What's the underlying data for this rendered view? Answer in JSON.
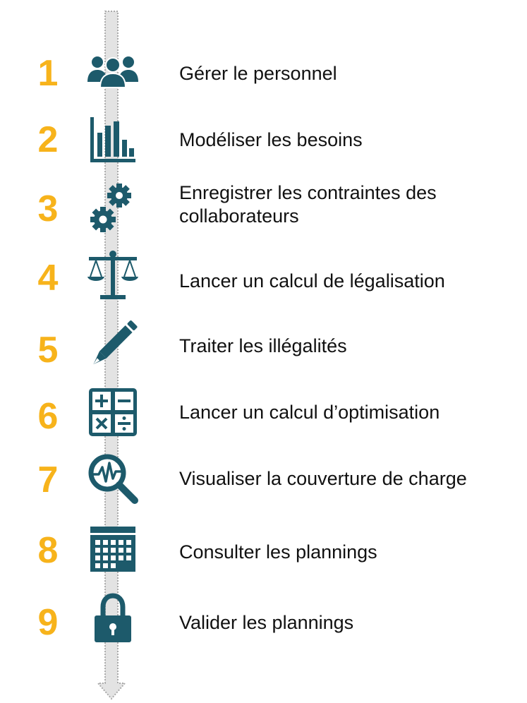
{
  "colors": {
    "number": "#f7b31b",
    "icon": "#1d5a6b",
    "arrow_fill": "#e3e3e3",
    "arrow_border": "#a9a9a9",
    "text": "#111111"
  },
  "steps": [
    {
      "number": "1",
      "label": "Gérer le personnel",
      "icon": "people-icon"
    },
    {
      "number": "2",
      "label": "Modéliser les besoins",
      "icon": "bar-chart-icon"
    },
    {
      "number": "3",
      "label": "Enregistrer les contraintes des collaborateurs",
      "icon": "gears-icon"
    },
    {
      "number": "4",
      "label": "Lancer un calcul de légalisation",
      "icon": "scales-icon"
    },
    {
      "number": "5",
      "label": "Traiter les illégalités",
      "icon": "pencil-icon"
    },
    {
      "number": "6",
      "label": "Lancer un calcul d’optimisation",
      "icon": "calculator-icon"
    },
    {
      "number": "7",
      "label": "Visualiser la couverture de charge",
      "icon": "magnifier-pulse-icon"
    },
    {
      "number": "8",
      "label": "Consulter les plannings",
      "icon": "calendar-icon"
    },
    {
      "number": "9",
      "label": "Valider les plannings",
      "icon": "lock-icon"
    }
  ]
}
